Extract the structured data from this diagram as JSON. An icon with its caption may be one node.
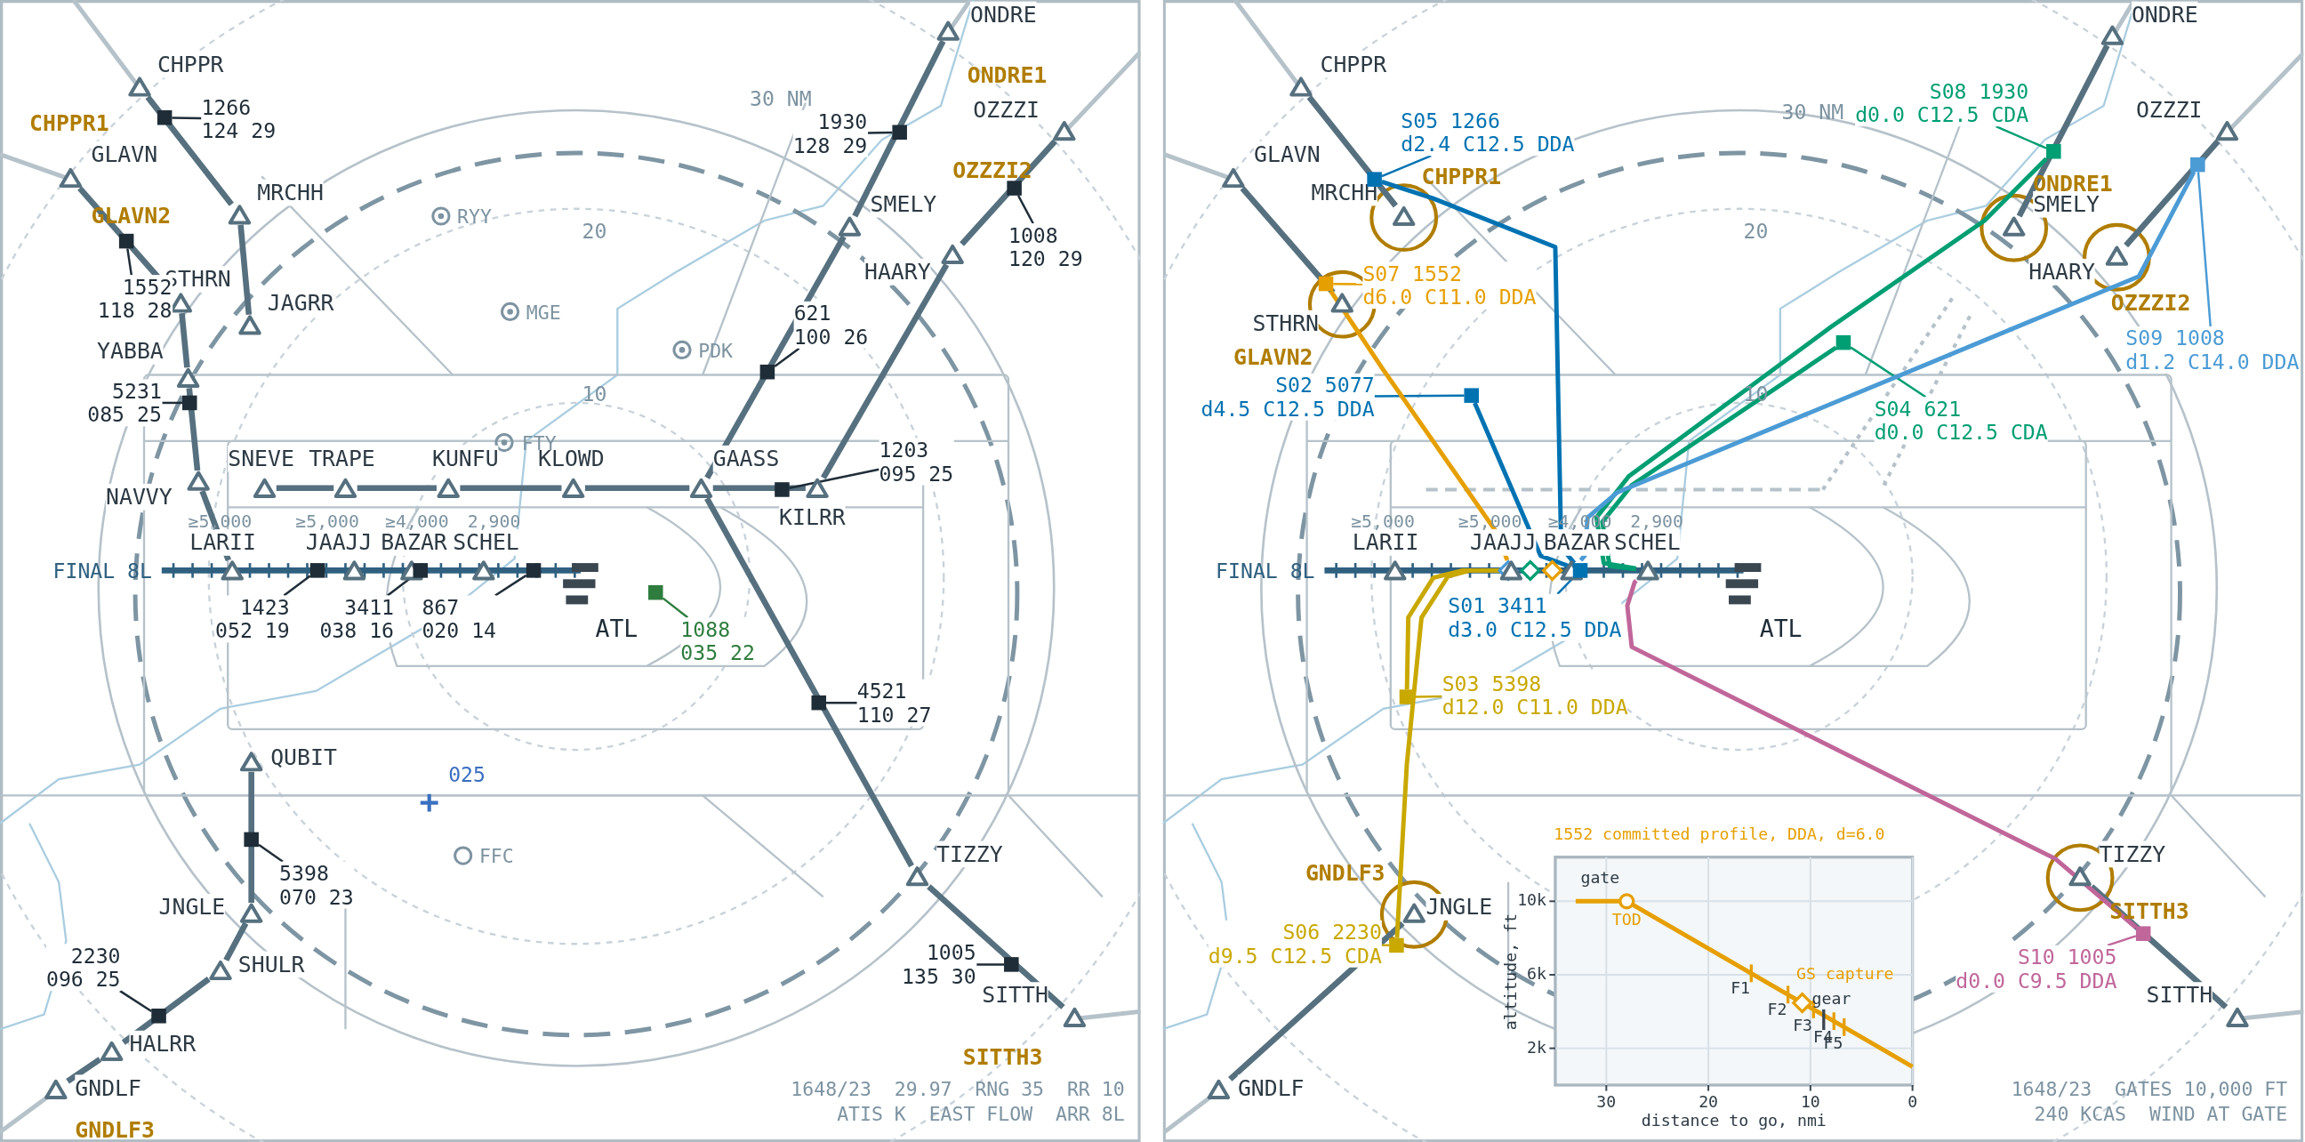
{
  "diagram": {
    "nodes": [
      {
        "text": [
          "CHPPR"
        ]
      },
      {
        "text": [
          "MRCHH"
        ]
      },
      {
        "text": [
          "JAGRR"
        ]
      },
      {
        "text": [
          "GLAVN"
        ]
      },
      {
        "text": [
          "STHRN"
        ]
      },
      {
        "text": [
          "YABBA"
        ]
      },
      {
        "text": [
          "NAVVY"
        ]
      },
      {
        "text": [
          "LARII"
        ]
      },
      {
        "text": [
          "JAAJJ"
        ]
      },
      {
        "text": [
          "BAZAR"
        ]
      },
      {
        "text": [
          "SCHEL"
        ]
      },
      {
        "text": [
          "SNEVE"
        ]
      },
      {
        "text": [
          "TRAPE"
        ]
      },
      {
        "text": [
          "KUNFU"
        ]
      },
      {
        "text": [
          "KLOWD"
        ]
      },
      {
        "text": [
          "GAASS"
        ]
      },
      {
        "text": [
          "KILRR"
        ]
      },
      {
        "text": [
          "ONDRE"
        ]
      },
      {
        "text": [
          "SMELY"
        ]
      },
      {
        "text": [
          "OZZZI"
        ]
      },
      {
        "text": [
          "HAARY"
        ]
      },
      {
        "text": [
          "TIZZY"
        ]
      },
      {
        "text": [
          "SITTH"
        ]
      },
      {
        "text": [
          "QUBIT"
        ]
      },
      {
        "text": [
          "JNGLE"
        ]
      },
      {
        "text": [
          "SHULR"
        ]
      },
      {
        "text": [
          "HALRR"
        ]
      },
      {
        "text": [
          "GNDLF"
        ]
      },
      {
        "text": [],
        "shape": "box"
      },
      {
        "text": [
          "1266",
          "124 29"
        ]
      },
      {
        "text": [],
        "shape": "box"
      },
      {
        "text": [
          "1930",
          "128 29"
        ]
      },
      {
        "text": [],
        "shape": "box"
      },
      {
        "text": [
          "1008",
          "120 29"
        ]
      },
      {
        "text": [],
        "shape": "box"
      },
      {
        "text": [
          "1552",
          "118 28"
        ]
      },
      {
        "text": [],
        "shape": "box"
      },
      {
        "text": [
          "621",
          "100 26"
        ]
      },
      {
        "text": [],
        "shape": "box"
      },
      {
        "text": [
          "5231",
          "085 25"
        ]
      },
      {
        "text": [],
        "shape": "box"
      },
      {
        "text": [
          "1203",
          "095 25"
        ]
      },
      {
        "text": [],
        "shape": "box"
      },
      {
        "text": [
          "1423",
          "052 19"
        ]
      },
      {
        "text": [],
        "shape": "box"
      },
      {
        "text": [
          "3411",
          "038 16"
        ]
      },
      {
        "text": [],
        "shape": "box"
      },
      {
        "text": [
          "867",
          "020 14"
        ]
      },
      {
        "text": [],
        "shape": "box"
      },
      {
        "text": [
          "1088",
          "035 22"
        ]
      },
      {
        "text": [],
        "shape": "box"
      },
      {
        "text": [
          "4521",
          "110 27"
        ]
      },
      {
        "text": [],
        "shape": "box"
      },
      {
        "text": [
          "5398",
          "070 23"
        ]
      },
      {
        "text": [],
        "shape": "box"
      },
      {
        "text": [
          "2230",
          "096 25"
        ]
      },
      {
        "text": [],
        "shape": "box"
      },
      {
        "text": [
          "1005",
          "135 30"
        ]
      },
      {
        "text": [
          "CHPPR"
        ]
      },
      {
        "text": [
          "GLAVN"
        ]
      },
      {
        "text": [
          "MRCHH"
        ]
      },
      {
        "text": [
          "STHRN"
        ]
      },
      {
        "text": [
          "ONDRE"
        ]
      },
      {
        "text": [
          "OZZZI"
        ]
      },
      {
        "text": [
          "SMELY"
        ]
      },
      {
        "text": [
          "HAARY"
        ]
      },
      {
        "text": [
          "LARII"
        ]
      },
      {
        "text": [
          "JAAJJ"
        ]
      },
      {
        "text": [
          "BAZAR"
        ]
      },
      {
        "text": [
          "SCHEL"
        ]
      },
      {
        "text": [
          "TIZZY"
        ]
      },
      {
        "text": [
          "SITTH"
        ]
      },
      {
        "text": [
          "JNGLE"
        ]
      },
      {
        "text": [
          "GNDLF"
        ]
      },
      {
        "text": [],
        "shape": "box"
      },
      {
        "text": [
          "S05 1266",
          "d2.4 C12.5 DDA"
        ]
      },
      {
        "text": [],
        "shape": "box"
      },
      {
        "text": [
          "S07 1552",
          "d6.0 C11.0 DDA"
        ]
      },
      {
        "text": [],
        "shape": "box"
      },
      {
        "text": [
          "S02 5077",
          "d4.5 C12.5 DDA"
        ]
      },
      {
        "text": [],
        "shape": "box"
      },
      {
        "text": [
          "S01 3411",
          "d3.0 C12.5 DDA"
        ]
      },
      {
        "text": [],
        "shape": "box"
      },
      {
        "text": [
          "S03 5398",
          "d12.0 C11.0 DDA"
        ]
      },
      {
        "text": [],
        "shape": "box"
      },
      {
        "text": [
          "S06 2230",
          "d9.5 C12.5 CDA"
        ]
      },
      {
        "text": [],
        "shape": "box"
      },
      {
        "text": [
          "S04 621",
          "d0.0 C12.5 CDA"
        ]
      },
      {
        "text": [],
        "shape": "box"
      },
      {
        "text": [
          "S08 1930",
          "d0.0 C12.5 CDA"
        ]
      },
      {
        "text": [],
        "shape": "box"
      },
      {
        "text": [
          "S09 1008",
          "d1.2 C14.0 DDA"
        ]
      },
      {
        "text": [],
        "shape": "box"
      },
      {
        "text": [
          "S10 1005",
          "d0.0 C9.5 DDA"
        ]
      }
    ],
    "edges": [
      {
        "from": 0,
        "to": 1,
        "arrow": "none"
      },
      {
        "from": 1,
        "to": 2,
        "arrow": "none"
      },
      {
        "from": 3,
        "to": 4,
        "arrow": "none"
      },
      {
        "from": 4,
        "to": 5,
        "arrow": "none"
      },
      {
        "from": 5,
        "to": 6,
        "arrow": "none"
      },
      {
        "from": 6,
        "to": 7,
        "arrow": "none"
      },
      {
        "from": 11,
        "to": 12,
        "arrow": "none"
      },
      {
        "from": 12,
        "to": 13,
        "arrow": "none"
      },
      {
        "from": 13,
        "to": 14,
        "arrow": "none"
      },
      {
        "from": 14,
        "to": 15,
        "arrow": "none"
      },
      {
        "from": 15,
        "to": 16,
        "arrow": "none"
      },
      {
        "from": 17,
        "to": 18,
        "arrow": "none"
      },
      {
        "from": 18,
        "to": 15,
        "arrow": "none"
      },
      {
        "from": 19,
        "to": 20,
        "arrow": "none"
      },
      {
        "from": 20,
        "to": 16,
        "arrow": "none"
      },
      {
        "from": 15,
        "to": 21,
        "arrow": "none"
      },
      {
        "from": 21,
        "to": 22,
        "arrow": "none"
      },
      {
        "from": 23,
        "to": 24,
        "arrow": "none"
      },
      {
        "from": 24,
        "to": 25,
        "arrow": "none"
      },
      {
        "from": 25,
        "to": 26,
        "arrow": "none"
      },
      {
        "from": 26,
        "to": 27,
        "arrow": "none"
      },
      {
        "from": 28,
        "to": 29,
        "arrow": "none",
        "color": "#1f2d38"
      },
      {
        "from": 30,
        "to": 31,
        "arrow": "none",
        "color": "#1f2d38"
      },
      {
        "from": 32,
        "to": 33,
        "arrow": "none",
        "color": "#1f2d38"
      },
      {
        "from": 34,
        "to": 35,
        "arrow": "none",
        "color": "#1f2d38"
      },
      {
        "from": 36,
        "to": 37,
        "arrow": "none",
        "color": "#1f2d38"
      },
      {
        "from": 38,
        "to": 39,
        "arrow": "none",
        "color": "#1f2d38"
      },
      {
        "from": 40,
        "to": 41,
        "arrow": "none",
        "color": "#1f2d38"
      },
      {
        "from": 42,
        "to": 43,
        "arrow": "none",
        "color": "#1f2d38"
      },
      {
        "from": 44,
        "to": 45,
        "arrow": "none",
        "color": "#1f2d38"
      },
      {
        "from": 46,
        "to": 47,
        "arrow": "none",
        "color": "#1f2d38"
      },
      {
        "from": 48,
        "to": 49,
        "arrow": "none",
        "color": "#2e7d3e"
      },
      {
        "from": 50,
        "to": 51,
        "arrow": "none",
        "color": "#1f2d38"
      },
      {
        "from": 52,
        "to": 53,
        "arrow": "none",
        "color": "#1f2d38"
      },
      {
        "from": 54,
        "to": 55,
        "arrow": "none",
        "color": "#1f2d38"
      },
      {
        "from": 56,
        "to": 57,
        "arrow": "none",
        "color": "#1f2d38"
      },
      {
        "from": 58,
        "to": 60,
        "arrow": "none"
      },
      {
        "from": 59,
        "to": 61,
        "arrow": "none"
      },
      {
        "from": 62,
        "to": 64,
        "arrow": "none"
      },
      {
        "from": 63,
        "to": 65,
        "arrow": "none"
      },
      {
        "from": 70,
        "to": 71,
        "arrow": "none"
      },
      {
        "from": 72,
        "to": 73,
        "arrow": "none"
      },
      {
        "from": 74,
        "to": 75,
        "arrow": "none",
        "color": "#0072b2"
      },
      {
        "from": 76,
        "to": 77,
        "arrow": "none",
        "color": "#e69f00"
      },
      {
        "from": 78,
        "to": 79,
        "arrow": "none",
        "color": "#0072b2"
      },
      {
        "from": 80,
        "to": 81,
        "arrow": "none",
        "color": "#0072b2"
      },
      {
        "from": 82,
        "to": 83,
        "arrow": "none",
        "color": "#c9a800"
      },
      {
        "from": 84,
        "to": 85,
        "arrow": "none",
        "color": "#c9a800"
      },
      {
        "from": 86,
        "to": 87,
        "arrow": "none",
        "color": "#009e73"
      },
      {
        "from": 88,
        "to": 89,
        "arrow": "none",
        "color": "#009e73"
      },
      {
        "from": 90,
        "to": 91,
        "arrow": "none",
        "color": "#4b9bd5"
      },
      {
        "from": 92,
        "to": 93,
        "arrow": "none",
        "color": "#c0669a"
      },
      {
        "from": 74,
        "to": 80,
        "arrow": "none",
        "color": "#0072b2"
      },
      {
        "from": 76,
        "to": 67,
        "arrow": "none",
        "color": "#e69f00"
      },
      {
        "from": 78,
        "to": 80,
        "arrow": "none",
        "color": "#0072b2"
      },
      {
        "from": 82,
        "to": 67,
        "arrow": "none",
        "color": "#c9a800"
      },
      {
        "from": 84,
        "to": 67,
        "arrow": "none",
        "color": "#c9a800"
      },
      {
        "from": 86,
        "to": 69,
        "arrow": "none",
        "color": "#009e73"
      },
      {
        "from": 88,
        "to": 69,
        "arrow": "none",
        "color": "#009e73"
      },
      {
        "from": 90,
        "to": 68,
        "arrow": "none",
        "color": "#4b9bd5"
      },
      {
        "from": 92,
        "to": 69,
        "arrow": "none",
        "color": "#c0669a"
      }
    ],
    "labels": [
      "CHPPR1",
      "GLAVN2",
      "30 NM",
      "RYY",
      "20",
      "MGE",
      "PDK",
      "ONDRE1",
      "OZZZI2",
      "10",
      "FTY",
      "≥5,000",
      "≥5,000",
      "≥4,000",
      "2,900",
      "FINAL 8L",
      "ATL",
      "025",
      "FFC",
      "SITTH3",
      "GNDLF3",
      "1648/23  29.97  RNG 35  RR 10",
      "ATIS K  EAST FLOW  ARR 8L",
      "30 NM",
      "CHPPR1",
      "20",
      "GLAVN2",
      "ONDRE1",
      "OZZZI2",
      "10",
      "≥5,000",
      "≥5,000",
      "≥4,000",
      "2,900",
      "FINAL 8L",
      "ATL",
      "GNDLF3",
      "SITTH3",
      "1648/23  GATES 10,000 FT",
      "240 KCAS  WIND AT GATE"
    ],
    "chart_data": {
      "type": "line",
      "title": "1552 committed profile, DDA, d=6.0",
      "xlabel": "distance to go, nmi",
      "ylabel": "altitude, ft",
      "x": [
        33,
        28,
        0
      ],
      "series": [
        {
          "color": "#e69f00",
          "values": [
            10000,
            10000,
            1000
          ]
        }
      ],
      "xlim": [
        35,
        0
      ],
      "ylim": [
        0,
        12400
      ],
      "xticks": [
        30,
        20,
        10,
        0
      ],
      "yticks": [
        {
          "value": 10000,
          "label": "10k"
        },
        {
          "value": 6000,
          "label": "6k"
        },
        {
          "value": 2000,
          "label": "2k"
        }
      ],
      "grid": true,
      "annotations": [
        "gate",
        "TOD",
        "F1",
        "GS capture",
        "F2",
        "gear",
        "F3",
        "F4",
        "F5"
      ]
    }
  }
}
